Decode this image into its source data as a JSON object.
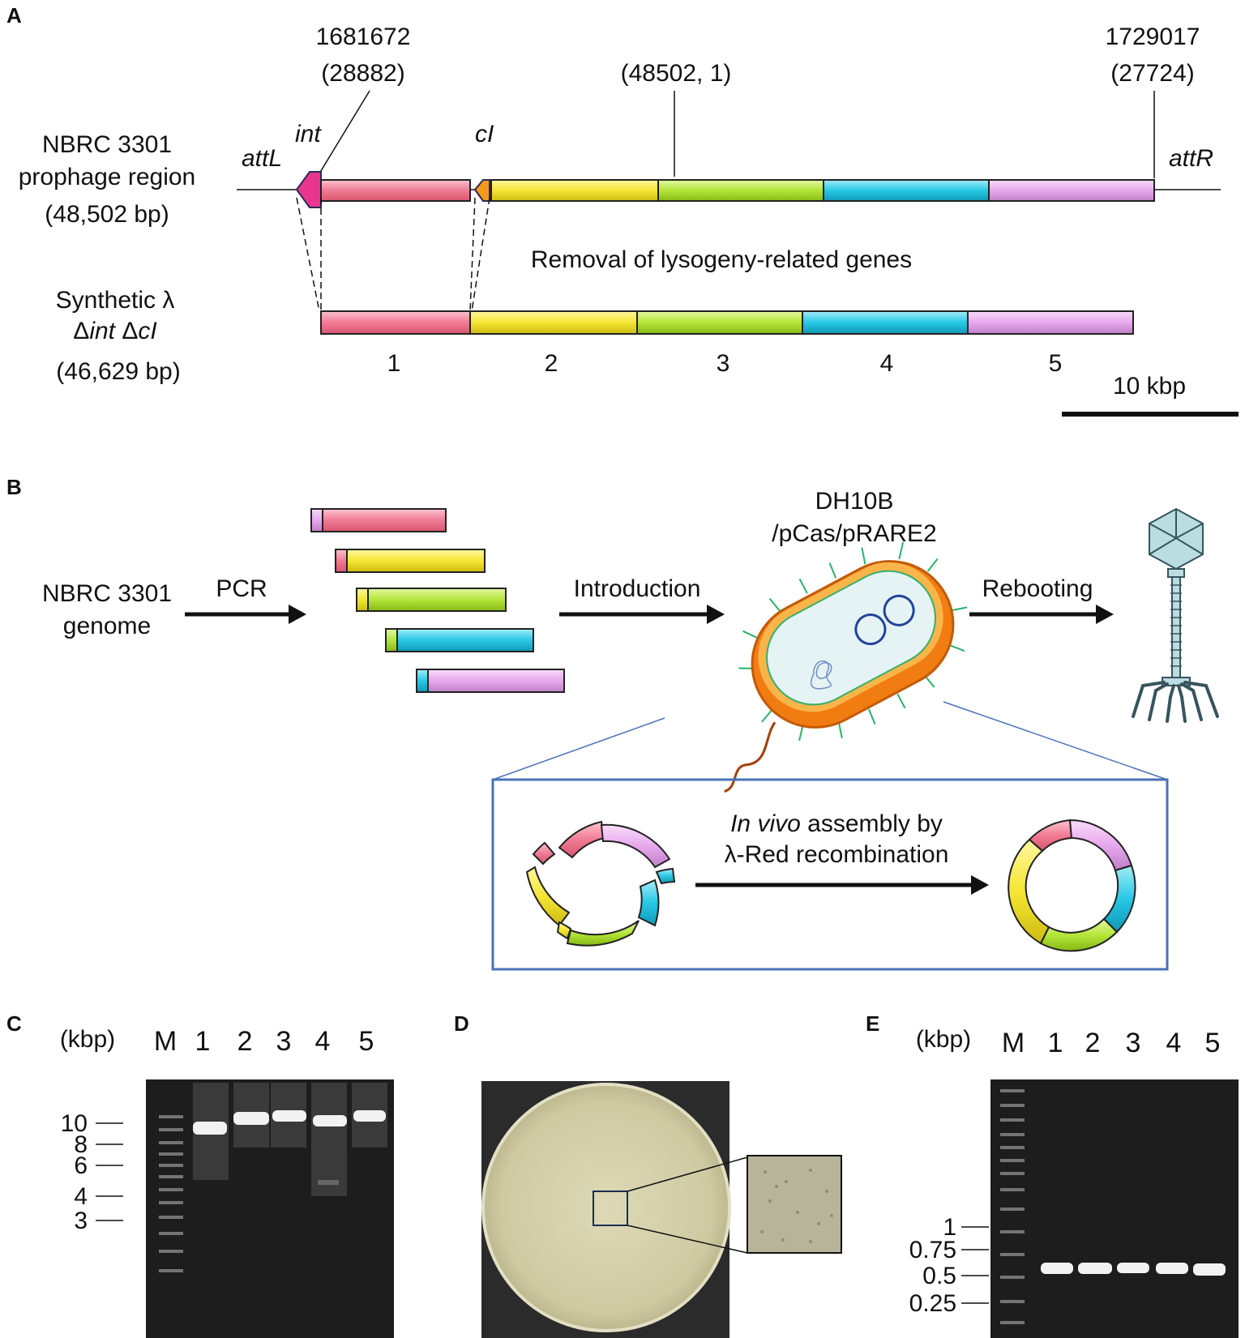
{
  "panels": {
    "a": "A",
    "b": "B",
    "c": "C",
    "d": "D",
    "e": "E"
  },
  "panel_a": {
    "coord_left": "1681672",
    "coord_left_sub": "(28882)",
    "coord_mid": "(48502, 1)",
    "coord_right": "1729017",
    "coord_right_sub": "(27724)",
    "prophage_line1": "NBRC 3301",
    "prophage_line2": "prophage region",
    "prophage_line3": "(48,502 bp)",
    "attL": "attL",
    "int": "int",
    "cI": "cI",
    "attR": "attR",
    "removal": "Removal of lysogeny-related genes",
    "synth_line1": "Synthetic λ",
    "synth_line2_pre": "Δ",
    "synth_line2_int": "int",
    "synth_line2_mid": " Δ",
    "synth_line2_cI": "cI",
    "synth_line3": "(46,629 bp)",
    "fragments": [
      "1",
      "2",
      "3",
      "4",
      "5"
    ],
    "scale": "10 kbp",
    "colors": {
      "pink": "#f07b94",
      "yellow": "#f5e634",
      "green": "#b5e63a",
      "cyan": "#27c8e6",
      "violet": "#e7a8ec",
      "int_marker": "#e8368f",
      "cI_marker": "#f39a1e"
    }
  },
  "panel_b": {
    "genome_line1": "NBRC 3301",
    "genome_line2": "genome",
    "pcr": "PCR",
    "introduction": "Introduction",
    "host_line1": "DH10B",
    "host_line2": "/pCas/pRARE2",
    "rebooting": "Rebooting",
    "assembly_line1_italic": "In vivo",
    "assembly_line1_rest": " assembly by",
    "assembly_line2": "λ-Red recombination",
    "icons": [
      "bacterium-icon",
      "phage-icon"
    ]
  },
  "panel_c": {
    "unit": "(kbp)",
    "lanes": [
      "M",
      "1",
      "2",
      "3",
      "4",
      "5"
    ],
    "markers": [
      "10",
      "8",
      "6",
      "4",
      "3"
    ]
  },
  "panel_e": {
    "unit": "(kbp)",
    "lanes": [
      "M",
      "1",
      "2",
      "3",
      "4",
      "5"
    ],
    "markers": [
      "1",
      "0.75",
      "0.5",
      "0.25"
    ]
  }
}
